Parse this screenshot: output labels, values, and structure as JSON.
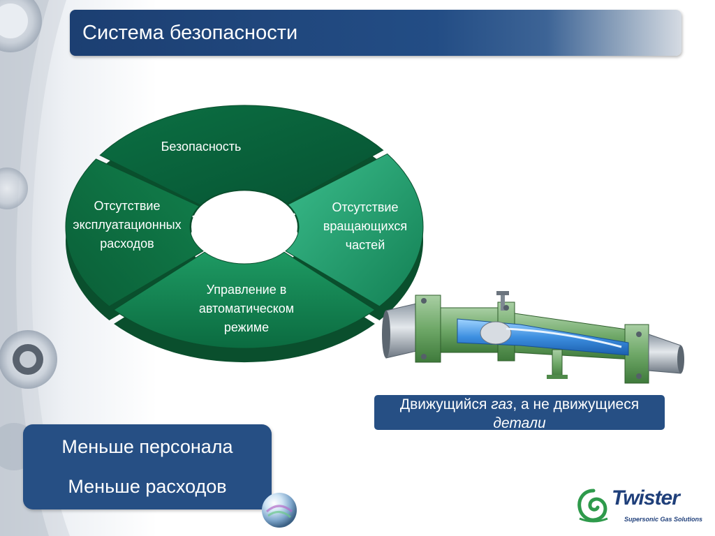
{
  "header": {
    "title": "Система безопасности"
  },
  "cycle": {
    "segments": [
      {
        "label": [
          "Безопасность"
        ]
      },
      {
        "label": [
          "Отсутствие",
          "вращающихся",
          "частей"
        ]
      },
      {
        "label": [
          "Управление в",
          "автоматическом",
          "режиме"
        ]
      },
      {
        "label": [
          "Отсутствие",
          "эксплуатационных",
          "расходов"
        ]
      }
    ],
    "colors": {
      "dark": "#0b6b3e",
      "mid": "#15874f",
      "light": "#2aa574",
      "edge": "#0a4f2d"
    }
  },
  "caption": {
    "before": "Движущийся ",
    "emph": "газ",
    "after": ", а не движущиеся ",
    "emph2": "детали"
  },
  "summary": {
    "line1": "Меньше персонала",
    "line2": "Меньше расходов"
  },
  "logo": {
    "name": "Twister",
    "tagline": "Supersonic Gas Solutions"
  },
  "theme": {
    "title_bg": "#234d85",
    "box_bg": "#264f84",
    "logo_blue": "#1f3f7a",
    "logo_green": "#2e9a4b"
  }
}
